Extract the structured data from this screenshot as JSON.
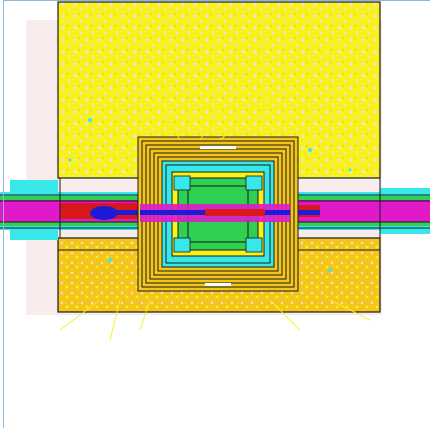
{
  "scene": {
    "description_free": true,
    "colors": {
      "background": "#ffffff",
      "frame": "#8fb7d6",
      "yellow_fill": "#f7f21c",
      "orange_fill": "#f4c61c",
      "pink_fill": "#f4dede",
      "cyan": "#38e8e8",
      "green": "#2fcf52",
      "magenta": "#e019c9",
      "red": "#d7191c",
      "blue": "#1c1cd6",
      "line": "#1a1a1a"
    },
    "icons": [
      "beam-pipe",
      "detector-layers",
      "shielding-block"
    ]
  }
}
